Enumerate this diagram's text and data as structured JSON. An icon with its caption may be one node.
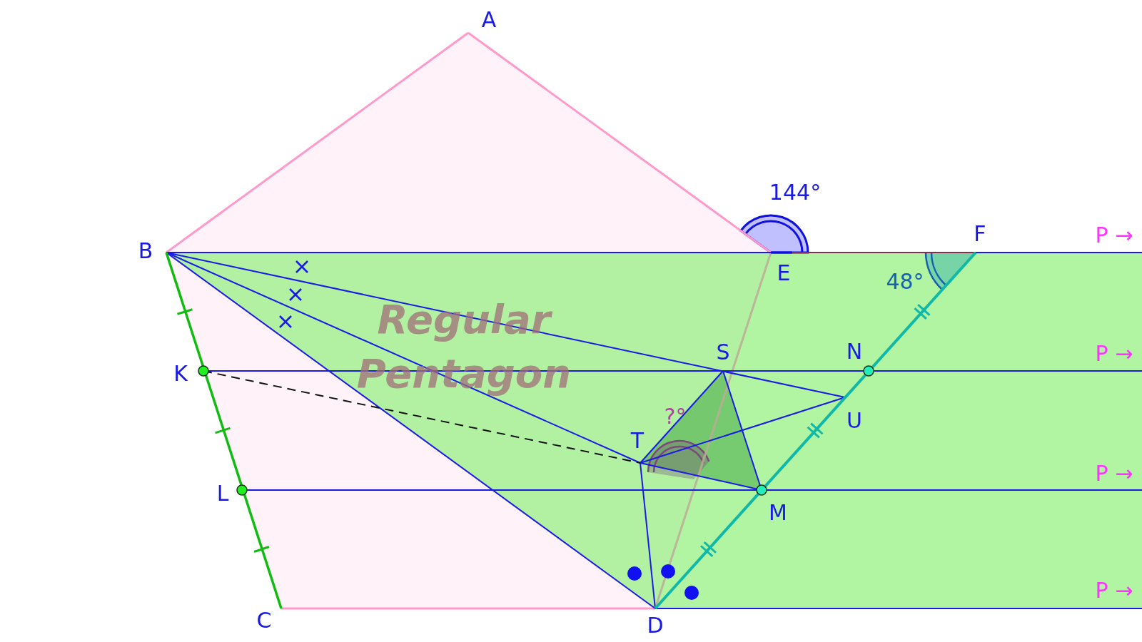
{
  "diagram": {
    "title": "Regular Pentagon",
    "labels": [
      "A",
      "144°",
      "B",
      "F",
      "P →",
      "E",
      "48°",
      "K",
      "S",
      "N",
      "P →",
      "?°",
      "U",
      "T",
      "P →",
      "L",
      "M",
      "C",
      "D",
      "P →"
    ]
  }
}
